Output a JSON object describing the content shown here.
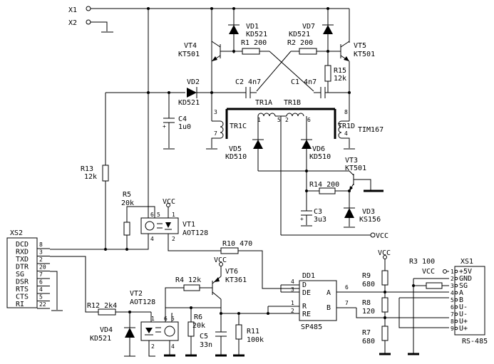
{
  "terminals": {
    "x1": "X1",
    "x2": "X2"
  },
  "transistors": {
    "vt4": {
      "ref": "VT4",
      "type": "KT501"
    },
    "vt5": {
      "ref": "VT5",
      "type": "KT501"
    },
    "vt3": {
      "ref": "VT3",
      "type": "KT501"
    },
    "vt6": {
      "ref": "VT6",
      "type": "KT361"
    }
  },
  "diodes": {
    "vd1": {
      "ref": "VD1",
      "type": "KD521"
    },
    "vd7": {
      "ref": "VD7",
      "type": "KD521"
    },
    "vd2": {
      "ref": "VD2",
      "type": "KD521"
    },
    "vd5": {
      "ref": "VD5",
      "type": "KD510"
    },
    "vd6": {
      "ref": "VD6",
      "type": "KD510"
    },
    "vd3": {
      "ref": "VD3",
      "type": "KS156"
    },
    "vd4": {
      "ref": "VD4",
      "type": "KD521"
    }
  },
  "resistors": {
    "r1": "R1 200",
    "r2": "R2 200",
    "r15": {
      "ref": "R15",
      "value": "12k"
    },
    "r13": {
      "ref": "R13",
      "value": "12k"
    },
    "r14": "R14 200",
    "r5": {
      "ref": "R5",
      "value": "20k"
    },
    "r10": "R10 470",
    "r4": "R4 12k",
    "r12": "R12 2k4",
    "r6": {
      "ref": "R6",
      "value": "20k"
    },
    "r11": {
      "ref": "R11",
      "value": "100k"
    },
    "r9": {
      "ref": "R9",
      "value": "680"
    },
    "r8": {
      "ref": "R8",
      "value": "120"
    },
    "r7": {
      "ref": "R7",
      "value": "680"
    },
    "r3": "R3 100"
  },
  "capacitors": {
    "c2": "C2 4n7",
    "c1": "C1 4n7",
    "c4": {
      "ref": "C4",
      "value": "1u0"
    },
    "c3": {
      "ref": "C3",
      "value": "3u3"
    },
    "c5": {
      "ref": "C5",
      "value": "33n"
    }
  },
  "transformer": {
    "tr1a": "TR1A",
    "tr1b": "TR1B",
    "tr1c": "TR1C",
    "tr1d": "TR1D",
    "type": "TIM167",
    "pins": {
      "p1": "1",
      "p2": "2",
      "p3": "3",
      "p4": "4",
      "p5": "5",
      "p6": "6",
      "p7": "7",
      "p8": "8"
    }
  },
  "optocouplers": {
    "vt1": {
      "ref": "VT1",
      "type": "AOT128",
      "pins": [
        "6",
        "5",
        "4",
        "1",
        "2"
      ]
    },
    "vt2": {
      "ref": "VT2",
      "type": "AOT128",
      "pins": [
        "1",
        "6",
        "5",
        "2",
        "4"
      ]
    }
  },
  "vcc": {
    "label": "VCC",
    "net": "VCC"
  },
  "xs2": {
    "ref": "XS2",
    "signals": [
      "DCD",
      "RXD",
      "TXD",
      "DTR",
      "SG",
      "DSR",
      "RTS",
      "CTS",
      "RI"
    ],
    "pins": [
      "8",
      "3",
      "2",
      "20",
      "7",
      "6",
      "4",
      "5",
      "22"
    ]
  },
  "dd1": {
    "ref": "DD1",
    "type": "SP485",
    "left_pins": [
      {
        "label": "D",
        "num": "4"
      },
      {
        "label": "DE",
        "num": "3"
      },
      {
        "label": "R",
        "num": "1"
      },
      {
        "label": "RE",
        "num": "2"
      }
    ],
    "right_pins": [
      {
        "label": "A",
        "num": "6"
      },
      {
        "label": "B",
        "num": "7"
      }
    ]
  },
  "xs1": {
    "ref": "XS1",
    "type": "RS-485",
    "signals": [
      "+5V",
      "GND",
      "SG",
      "A",
      "B",
      "U-",
      "U-",
      "U+",
      "U+"
    ],
    "pins": [
      "1",
      "2",
      "3",
      "4",
      "5",
      "6",
      "7",
      "8",
      "9"
    ]
  }
}
